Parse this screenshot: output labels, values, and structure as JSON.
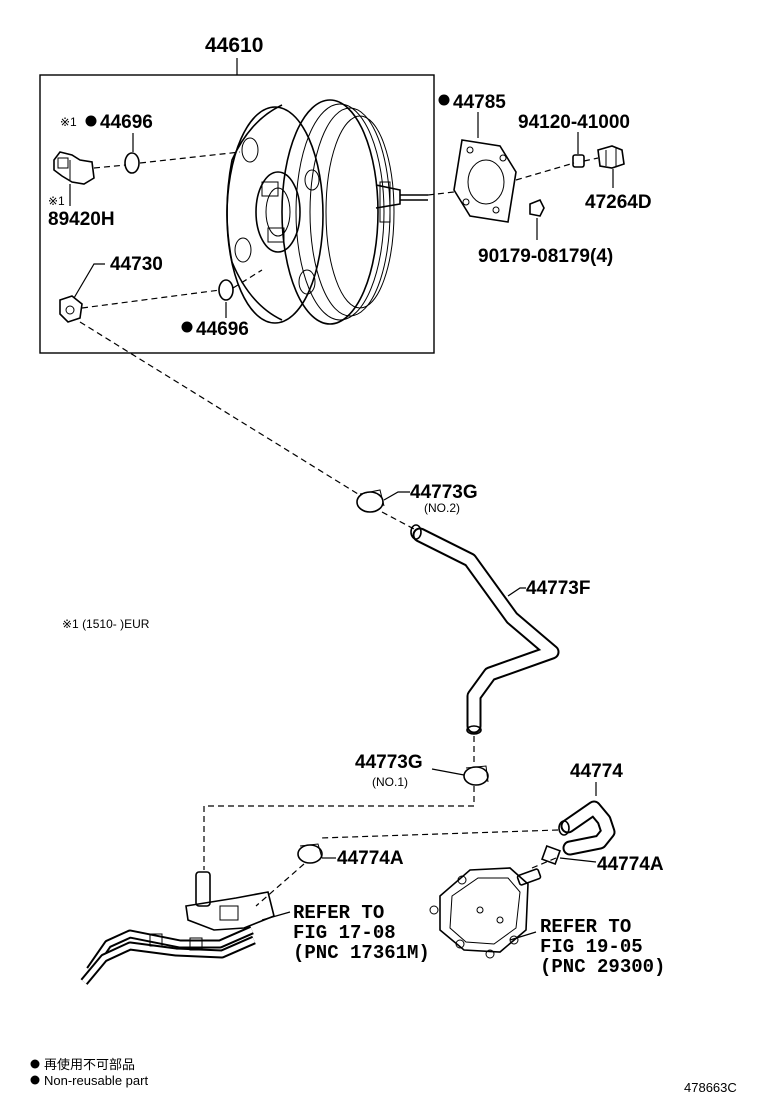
{
  "diagram_id": "478663C",
  "parts": {
    "booster_assembly": "44610",
    "check_valve_grommet_top": "44696",
    "check_valve_grommet_bottom": "44696",
    "note_marker": "※1",
    "sensor_marker": "※1",
    "vacuum_sensor": "89420H",
    "union": "44730",
    "gasket": "44785",
    "nut": "94120-41000",
    "clevis": "47264D",
    "stud": "90179-08179(4)",
    "clip_no2": "44773G",
    "clip_no2_sub": "(NO.2)",
    "hose_main": "44773F",
    "clip_no1": "44773G",
    "clip_no1_sub": "(NO.1)",
    "hose_pump": "44774",
    "clip_pump_left": "44774A",
    "clip_pump_right": "44774A"
  },
  "note": "※1 (1510-      )EUR",
  "refs": {
    "left": [
      "REFER TO",
      "FIG 17-08",
      "(PNC 17361M)"
    ],
    "right": [
      "REFER TO",
      "FIG 19-05",
      "(PNC 29300)"
    ]
  },
  "legend": {
    "line1": "再使用不可部品",
    "line2": "Non-reusable part"
  }
}
